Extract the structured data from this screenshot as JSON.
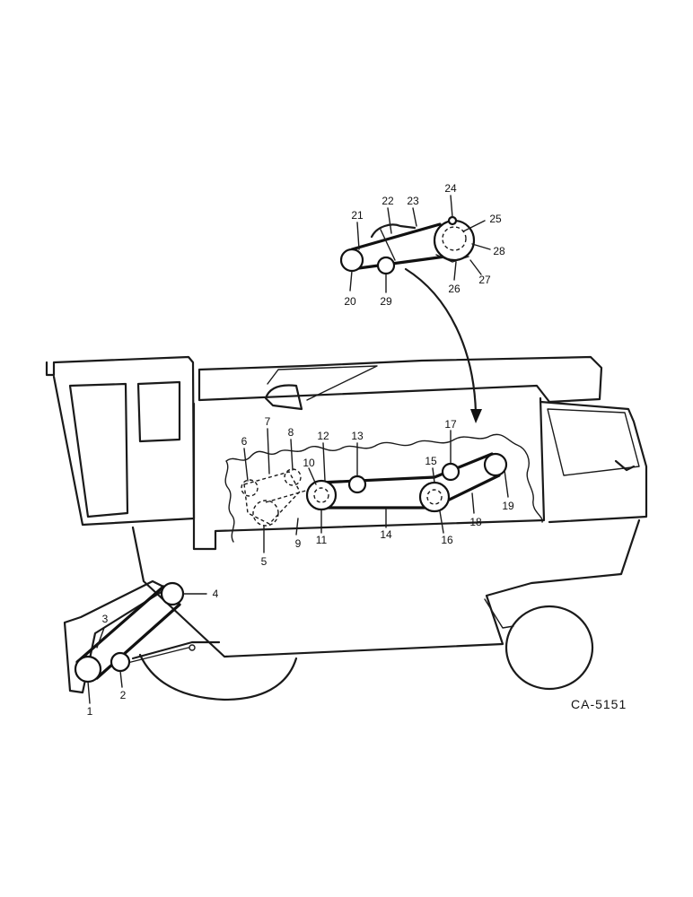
{
  "drawing_code": "CA-5151",
  "callouts": [
    "1",
    "2",
    "3",
    "4",
    "5",
    "6",
    "7",
    "8",
    "9",
    "10",
    "11",
    "12",
    "13",
    "14",
    "15",
    "16",
    "17",
    "18",
    "19",
    "20",
    "21",
    "22",
    "23",
    "24",
    "25",
    "26",
    "27",
    "28",
    "29"
  ]
}
